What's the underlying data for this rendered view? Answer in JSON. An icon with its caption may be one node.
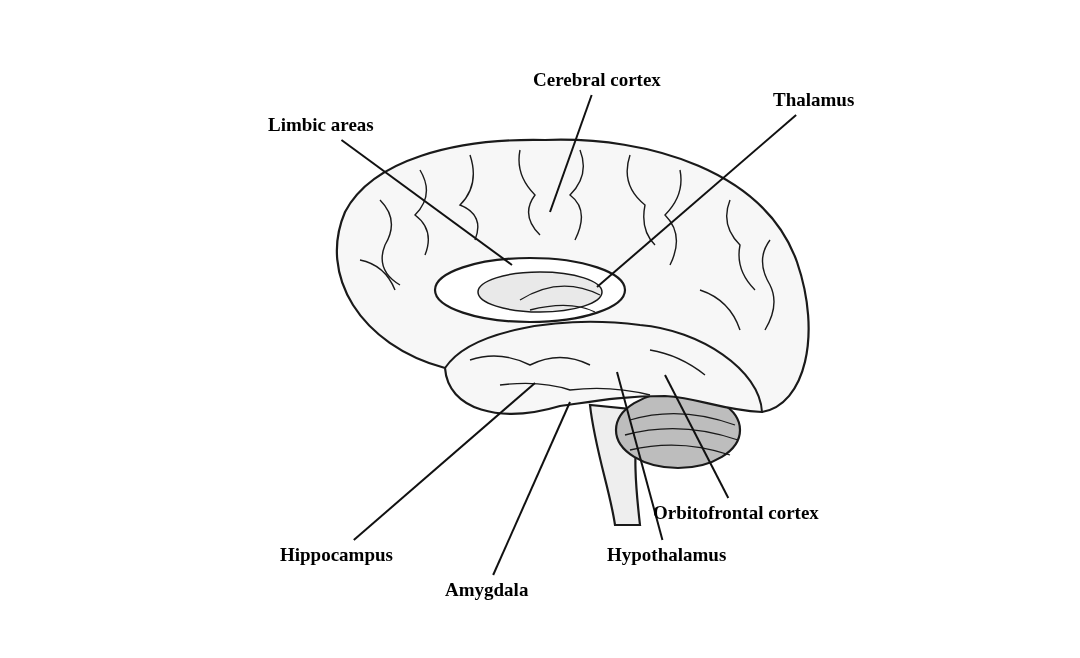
{
  "diagram": {
    "nodes": [
      {
        "text": [
          "Cerebral cortex"
        ]
      },
      {
        "text": [
          "Thalamus"
        ]
      },
      {
        "text": [
          "Limbic areas"
        ]
      },
      {
        "text": [
          "Orbitofrontal cortex"
        ]
      },
      {
        "text": [
          "Hippocampus"
        ]
      },
      {
        "text": [
          "Hypothalamus"
        ]
      },
      {
        "text": [
          "Amygdala"
        ]
      }
    ],
    "edges": [
      {
        "from": 0,
        "to": null,
        "arrow": "none"
      },
      {
        "from": 1,
        "to": null,
        "arrow": "none"
      },
      {
        "from": 2,
        "to": null,
        "arrow": "none"
      },
      {
        "from": 3,
        "to": null,
        "arrow": "none"
      },
      {
        "from": 4,
        "to": null,
        "arrow": "none"
      },
      {
        "from": 5,
        "to": null,
        "arrow": "none"
      },
      {
        "from": 6,
        "to": null,
        "arrow": "none"
      }
    ]
  }
}
